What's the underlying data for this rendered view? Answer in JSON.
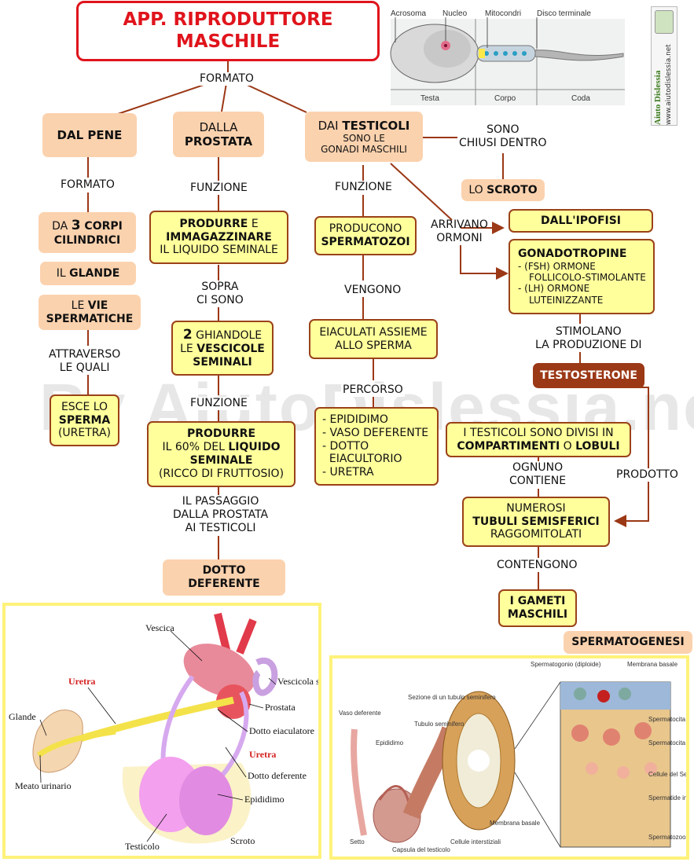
{
  "title": {
    "line1": "APP. RIPRODUTTORE",
    "line2": "MASCHILE"
  },
  "site": {
    "name": "Aiuto Dislessia",
    "url": "www.aiutodislessia.net",
    "watermark": "By AiutoDislessia.net"
  },
  "sperm_diagram": {
    "labels": [
      "Acrosoma",
      "Nucleo",
      "Mitocondri",
      "Disco terminale"
    ],
    "sections": [
      "Testa",
      "Corpo",
      "Coda"
    ]
  },
  "links": {
    "formato_top": "FORMATO",
    "sono_chiusi": [
      "SONO",
      "CHIUSI DENTRO"
    ],
    "formato_pene": "FORMATO",
    "funzione_prostata": "FUNZIONE",
    "funzione_testicoli": "FUNZIONE",
    "arrivano_ormoni": [
      "ARRIVANO",
      "ORMONI"
    ],
    "sopra_ci_sono": [
      "SOPRA",
      "CI SONO"
    ],
    "vengono": "VENGONO",
    "stimolano": [
      "STIMOLANO",
      "LA PRODUZIONE DI"
    ],
    "attraverso": [
      "ATTRAVERSO",
      "LE QUALI"
    ],
    "funzione_vescicole": "FUNZIONE",
    "percorso": "PERCORSO",
    "ognuno_contiene": [
      "OGNUNO",
      "CONTIENE"
    ],
    "prodotto": "PRODOTTO",
    "il_passaggio": [
      "IL PASSAGGIO",
      "DALLA PROSTATA",
      "AI TESTICOLI"
    ],
    "contengono": "CONTENGONO"
  },
  "nodes": {
    "dal_pene": "DAL PENE",
    "dalla_prostata": {
      "a": "DALLA",
      "b": "PROSTATA"
    },
    "dai_testicoli": {
      "a": "DAI ",
      "b": "TESTICOLI",
      "c": "SONO LE",
      "d": "GONADI MASCHILI"
    },
    "lo_scroto": {
      "a": "LO ",
      "b": "SCROTO"
    },
    "corpi_cilindrici": {
      "a": "DA ",
      "b": "3",
      "c": " CORPI",
      "d": "CILINDRICI"
    },
    "il_glande": {
      "a": "IL ",
      "b": "GLANDE"
    },
    "vie_spermatiche": {
      "a": "LE ",
      "b": "VIE",
      "c": "SPERMATICHE"
    },
    "esce_sperma": {
      "a": "ESCE LO",
      "b": "SPERMA",
      "c": "(URETRA)"
    },
    "produrre_immagazzinare": {
      "a": "PRODURRE",
      "b": " E",
      "c": "IMMAGAZZINARE",
      "d": "IL LIQUIDO SEMINALE"
    },
    "ghiandole": {
      "a": "2",
      "b": " GHIANDOLE",
      "c": "LE ",
      "d": "VESCICOLE",
      "e": "SEMINALI"
    },
    "produrre_60": {
      "a": "PRODURRE",
      "b": "IL 60% DEL ",
      "c": "LIQUIDO",
      "d": "SEMINALE",
      "e": "(RICCO DI FRUTTOSIO)"
    },
    "dotto_deferente": [
      "DOTTO",
      "DEFERENTE"
    ],
    "producono": {
      "a": "PRODUCONO",
      "b": "SPERMATOZOI"
    },
    "eiaculati": [
      "EIACULATI ASSIEME",
      "ALLO SPERMA"
    ],
    "percorso_list": [
      "- EPIDIDIMO",
      "- VASO DEFERENTE",
      "- DOTTO",
      "  EIACULTORIO",
      "- URETRA"
    ],
    "ipofisi": "DALL'IPOFISI",
    "gonadotropine": {
      "title": "GONADOTROPINE",
      "l1": "- (FSH) ORMONE",
      "l2": "FOLLICOLO-STIMOLANTE",
      "l3": "- (LH) ORMONE",
      "l4": "LUTEINIZZANTE"
    },
    "testosterone": "TESTOSTERONE",
    "compartimenti": {
      "a": "I TESTICOLI SONO DIVISI IN",
      "b": "COMPARTIMENTI",
      "c": " O ",
      "d": "LOBULI"
    },
    "tubuli": {
      "a": "NUMEROSI",
      "b": "TUBULI SEMISFERICI",
      "c": "RAGGOMITOLATI"
    },
    "gameti": [
      "I GAMETI",
      "MASCHILI"
    ],
    "spermatogenesi": "SPERMATOGENESI"
  },
  "anatomy": {
    "labels": [
      "Vescica",
      "Uretra",
      "Vescicola seminale",
      "Prostata",
      "Glande",
      "Dotto eiaculatore",
      "Uretra",
      "Dotto deferente",
      "Meato urinario",
      "Epididimo",
      "Testicolo",
      "Scroto"
    ]
  },
  "histology": {
    "labels": [
      "Vaso deferente",
      "Epididimo",
      "Tubulo seminifero",
      "Sezione di un tubulo seminifero",
      "Setto",
      "Capsula del testicolo",
      "Cellule interstiziali",
      "Membrana basale"
    ],
    "right_labels": [
      "Spermatogonio (diploide)",
      "Membrana basale",
      "Spermatocita primario (diploide)",
      "Spermatocita secondario (aploide)",
      "Cellule del Sertoli",
      "Spermatide in sviluppo (aploide)",
      "Spermatozoo"
    ]
  },
  "colors": {
    "border_red": "#e0141c",
    "title_red": "#e0141c",
    "peach": "#fbd2ae",
    "yellow": "#ffff9c",
    "brown": "#9b3816",
    "frame_yellow": "#fff27a"
  }
}
